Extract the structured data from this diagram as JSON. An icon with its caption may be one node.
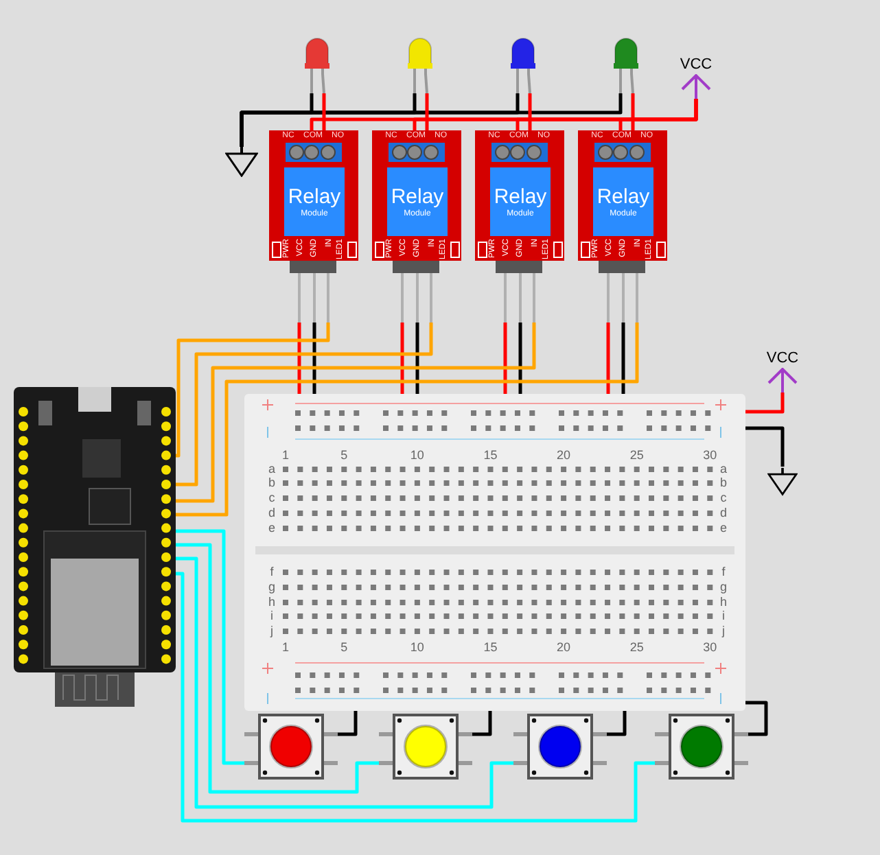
{
  "diagram": {
    "nodes": [
      {
        "text": [],
        "shape": "picture"
      },
      {
        "text": [],
        "shape": "picture"
      },
      {
        "text": [],
        "shape": "picture"
      },
      {
        "text": [],
        "shape": "picture"
      },
      {
        "text": [
          "NC",
          "COM",
          "NO",
          "Relay",
          "Module",
          "PWR",
          "VCC",
          "GND",
          "IN",
          "LED1"
        ]
      },
      {
        "text": [
          "NC",
          "COM",
          "NO",
          "Relay",
          "Module",
          "PWR",
          "VCC",
          "GND",
          "IN",
          "LED1"
        ]
      },
      {
        "text": [
          "NC",
          "COM",
          "NO",
          "Relay",
          "Module",
          "PWR",
          "VCC",
          "GND",
          "IN",
          "LED1"
        ]
      },
      {
        "text": [
          "NC",
          "COM",
          "NO",
          "Relay",
          "Module",
          "PWR",
          "VCC",
          "GND",
          "IN",
          "LED1"
        ]
      },
      {
        "text": [],
        "shape": "picture"
      },
      {
        "text": [],
        "shape": "picture"
      },
      {
        "text": [],
        "shape": "picture"
      },
      {
        "text": [],
        "shape": "picture"
      },
      {
        "text": [],
        "shape": "picture"
      },
      {
        "text": [],
        "shape": "picture"
      },
      {
        "text": [
          "VCC"
        ]
      },
      {
        "text": [
          "VCC"
        ]
      },
      {
        "text": [],
        "shape": "triangle"
      },
      {
        "text": [],
        "shape": "triangle"
      }
    ],
    "edges": [
      {
        "from": 0,
        "to": 16,
        "arrow": "none",
        "color": "#000000"
      },
      {
        "from": 1,
        "to": 16,
        "arrow": "none",
        "color": "#000000"
      },
      {
        "from": 2,
        "to": 16,
        "arrow": "none",
        "color": "#000000"
      },
      {
        "from": 3,
        "to": 16,
        "arrow": "none",
        "color": "#000000"
      },
      {
        "from": 0,
        "to": 4,
        "arrow": "none",
        "color": "#ff0000"
      },
      {
        "from": 1,
        "to": 5,
        "arrow": "none",
        "color": "#ff0000"
      },
      {
        "from": 2,
        "to": 6,
        "arrow": "none",
        "color": "#ff0000"
      },
      {
        "from": 3,
        "to": 7,
        "arrow": "none",
        "color": "#ff0000"
      },
      {
        "from": 4,
        "to": 14,
        "arrow": "none",
        "color": "#ff0000"
      },
      {
        "from": 5,
        "to": 14,
        "arrow": "none",
        "color": "#ff0000"
      },
      {
        "from": 6,
        "to": 14,
        "arrow": "none",
        "color": "#ff0000"
      },
      {
        "from": 7,
        "to": 14,
        "arrow": "none",
        "color": "#ff0000"
      },
      {
        "from": 4,
        "to": 9,
        "arrow": "none",
        "color": "#ff0000"
      },
      {
        "from": 5,
        "to": 9,
        "arrow": "none",
        "color": "#ff0000"
      },
      {
        "from": 6,
        "to": 9,
        "arrow": "none",
        "color": "#ff0000"
      },
      {
        "from": 7,
        "to": 9,
        "arrow": "none",
        "color": "#ff0000"
      },
      {
        "from": 4,
        "to": 9,
        "arrow": "none",
        "color": "#000000"
      },
      {
        "from": 5,
        "to": 9,
        "arrow": "none",
        "color": "#000000"
      },
      {
        "from": 6,
        "to": 9,
        "arrow": "none",
        "color": "#000000"
      },
      {
        "from": 7,
        "to": 9,
        "arrow": "none",
        "color": "#000000"
      },
      {
        "from": 4,
        "to": 8,
        "arrow": "none",
        "color": "#ffa500"
      },
      {
        "from": 5,
        "to": 8,
        "arrow": "none",
        "color": "#ffa500"
      },
      {
        "from": 6,
        "to": 8,
        "arrow": "none",
        "color": "#ffa500"
      },
      {
        "from": 7,
        "to": 8,
        "arrow": "none",
        "color": "#ffa500"
      },
      {
        "from": 9,
        "to": 15,
        "arrow": "none",
        "color": "#ff0000"
      },
      {
        "from": 9,
        "to": 17,
        "arrow": "none",
        "color": "#000000"
      },
      {
        "from": 9,
        "to": 10,
        "arrow": "none",
        "color": "#000000"
      },
      {
        "from": 9,
        "to": 11,
        "arrow": "none",
        "color": "#000000"
      },
      {
        "from": 9,
        "to": 12,
        "arrow": "none",
        "color": "#000000"
      },
      {
        "from": 9,
        "to": 13,
        "arrow": "none",
        "color": "#000000"
      },
      {
        "from": 8,
        "to": 10,
        "arrow": "none",
        "color": "#00ffff"
      },
      {
        "from": 8,
        "to": 11,
        "arrow": "none",
        "color": "#00ffff"
      },
      {
        "from": 8,
        "to": 12,
        "arrow": "none",
        "color": "#00ffff"
      },
      {
        "from": 8,
        "to": 13,
        "arrow": "none",
        "color": "#00ffff"
      }
    ],
    "labels": [
      "1",
      "5",
      "10",
      "15",
      "20",
      "25",
      "30",
      "a",
      "a",
      "b",
      "b",
      "c",
      "c",
      "d",
      "d",
      "e",
      "e",
      "f",
      "f",
      "g",
      "g",
      "h",
      "h",
      "i",
      "i",
      "j",
      "j",
      "1",
      "5",
      "10",
      "15",
      "20",
      "25",
      "30"
    ]
  }
}
